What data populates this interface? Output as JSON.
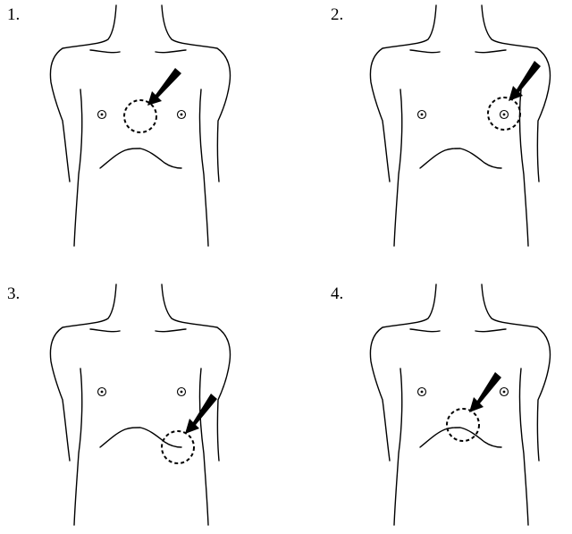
{
  "panels": [
    {
      "label": "1.",
      "marker_icon": "dashed-circle",
      "arrow_icon": "arrow-icon"
    },
    {
      "label": "2.",
      "marker_icon": "dashed-circle",
      "arrow_icon": "arrow-icon"
    },
    {
      "label": "3.",
      "marker_icon": "dashed-circle",
      "arrow_icon": "arrow-icon"
    },
    {
      "label": "4.",
      "marker_icon": "dashed-circle",
      "arrow_icon": "arrow-icon"
    }
  ],
  "colors": {
    "line": "#000000",
    "background": "#ffffff"
  }
}
